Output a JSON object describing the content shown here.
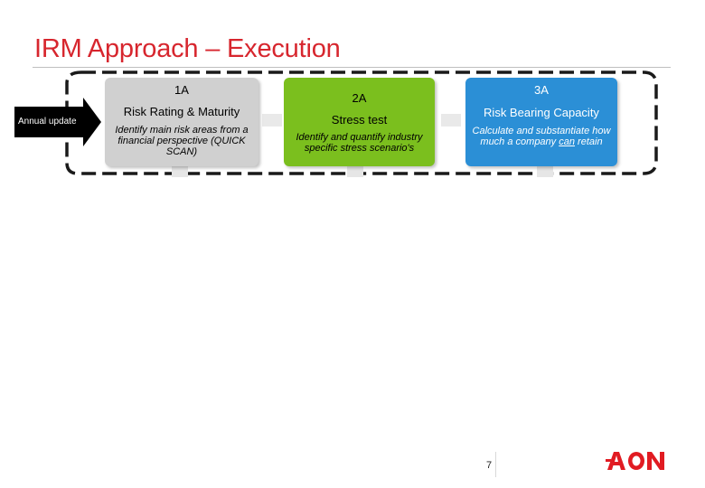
{
  "slide": {
    "title": "IRM Approach – Execution",
    "annual_update": "Annual update",
    "page_number": "7"
  },
  "steps": [
    {
      "code": "1A",
      "name": "Risk Rating & Maturity",
      "description": "Identify main risk areas from a financial perspective (QUICK SCAN)",
      "color": "#d0d0d0"
    },
    {
      "code": "2A",
      "name": "Stress test",
      "description": "Identify and quantify industry specific stress scenario's",
      "color": "#7bbf1e"
    },
    {
      "code": "3A",
      "name": "Risk Bearing Capacity",
      "description_before": "Calculate and substantiate how much a company",
      "description_underlined": "can",
      "description_after": "retain",
      "color": "#2b8fd6"
    }
  ],
  "logo": {
    "text": "AON",
    "color": "#e11b22"
  },
  "colors": {
    "title": "#d7262e",
    "accent_red": "#e11b22"
  }
}
